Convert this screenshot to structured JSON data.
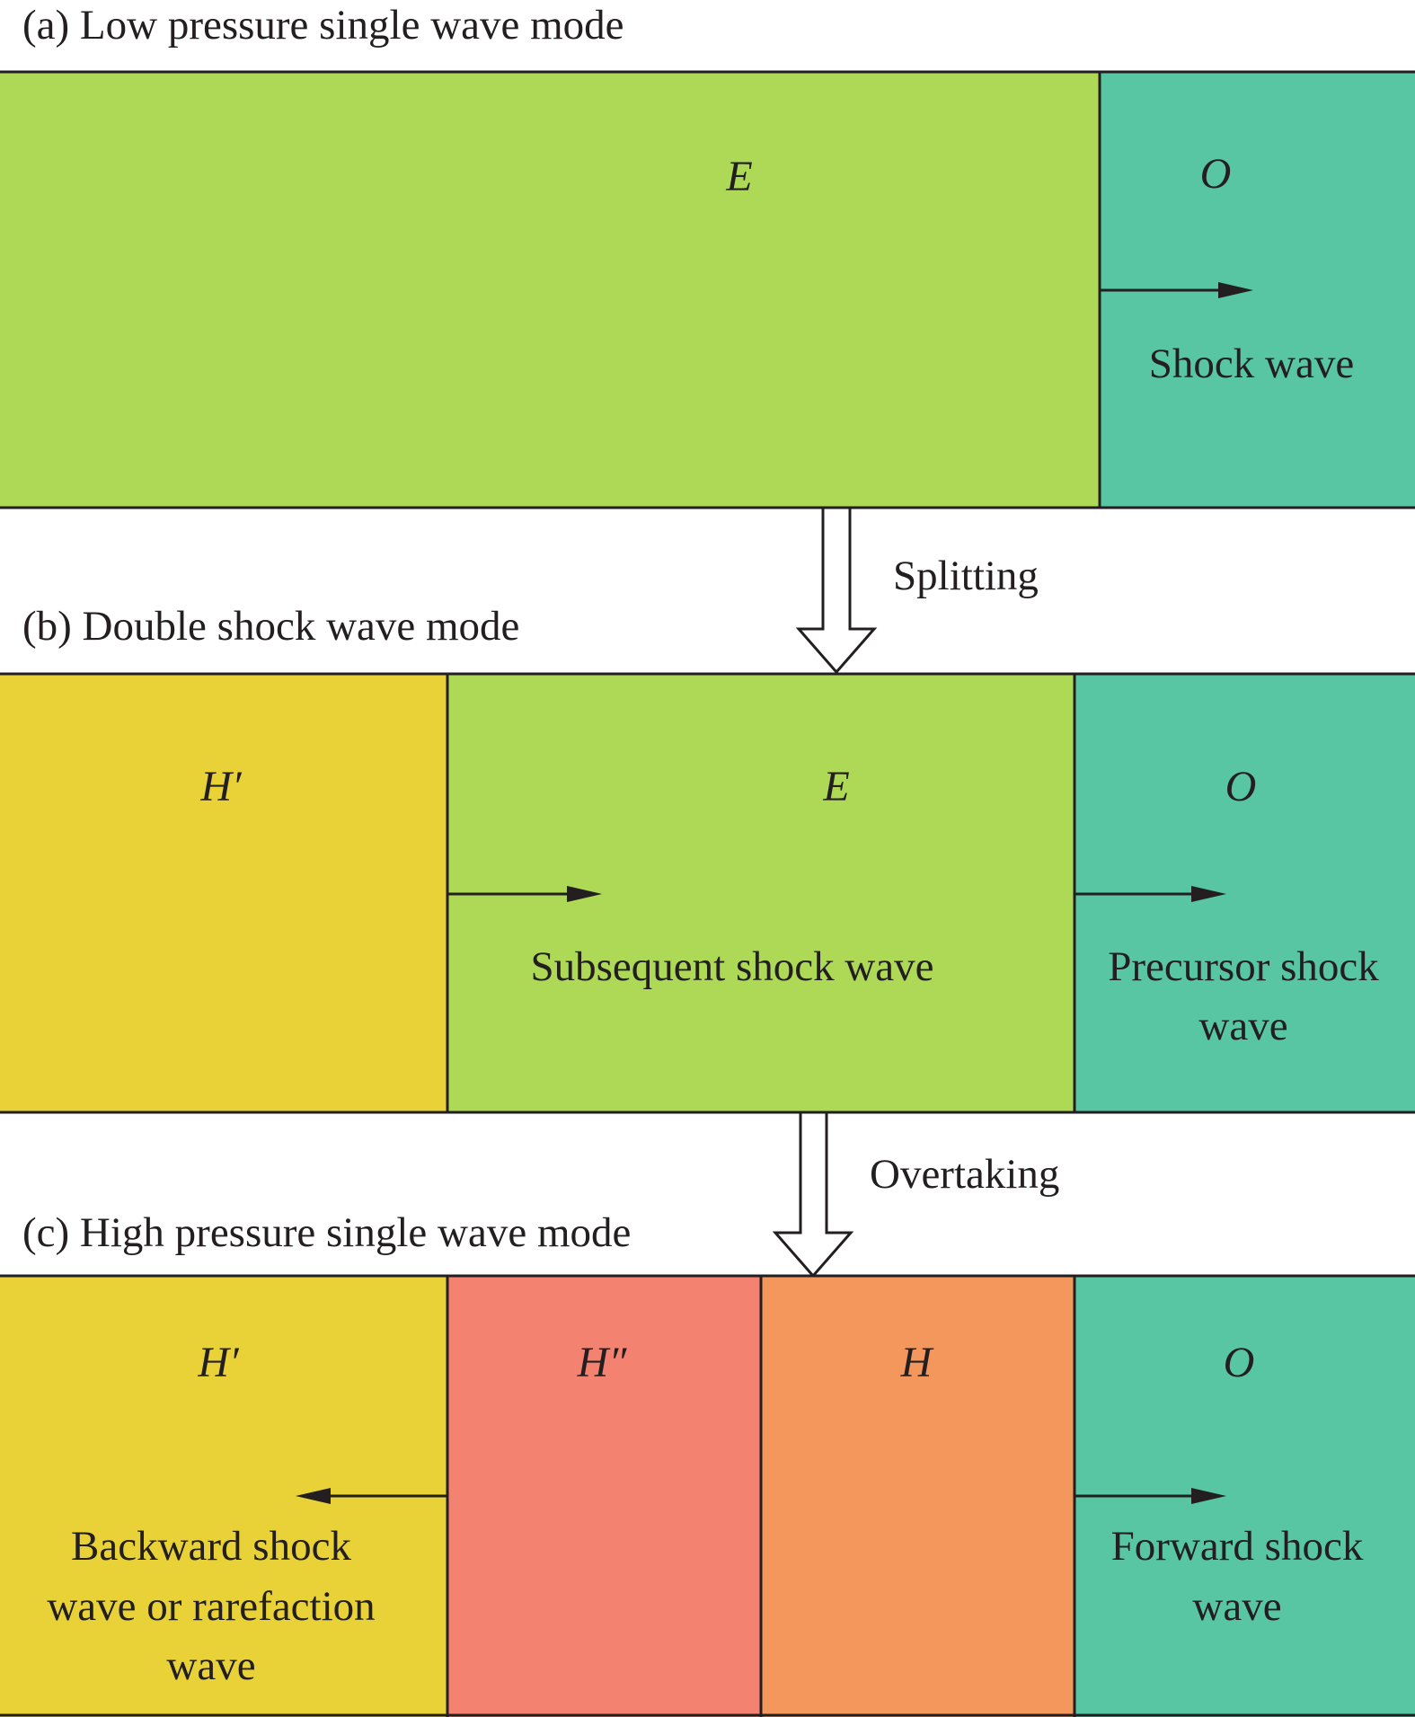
{
  "colors": {
    "E": "#add956",
    "O": "#58c6a2",
    "H_prime": "#e8d238",
    "H_double_prime": "#f38270",
    "H": "#f3975d",
    "line": "#231f20"
  },
  "panels": {
    "a": {
      "title": "(a) Low pressure single wave mode",
      "region_E": "E",
      "region_O": "O",
      "wave_label": "Shock wave"
    },
    "b": {
      "title": "(b) Double shock wave mode",
      "region_H_prime": "H′",
      "region_E": "E",
      "region_O": "O",
      "subsequent_label": "Subsequent shock wave",
      "precursor_label_line1": "Precursor shock",
      "precursor_label_line2": "wave"
    },
    "c": {
      "title": "(c) High pressure single wave mode",
      "region_H_prime": "H′",
      "region_H_double_prime": "H″",
      "region_H": "H",
      "region_O": "O",
      "backward_label_line1": "Backward shock",
      "backward_label_line2": "wave or rarefaction",
      "backward_label_line3": "wave",
      "forward_label_line1": "Forward shock",
      "forward_label_line2": "wave"
    }
  },
  "transitions": {
    "splitting": "Splitting",
    "overtaking": "Overtaking"
  }
}
